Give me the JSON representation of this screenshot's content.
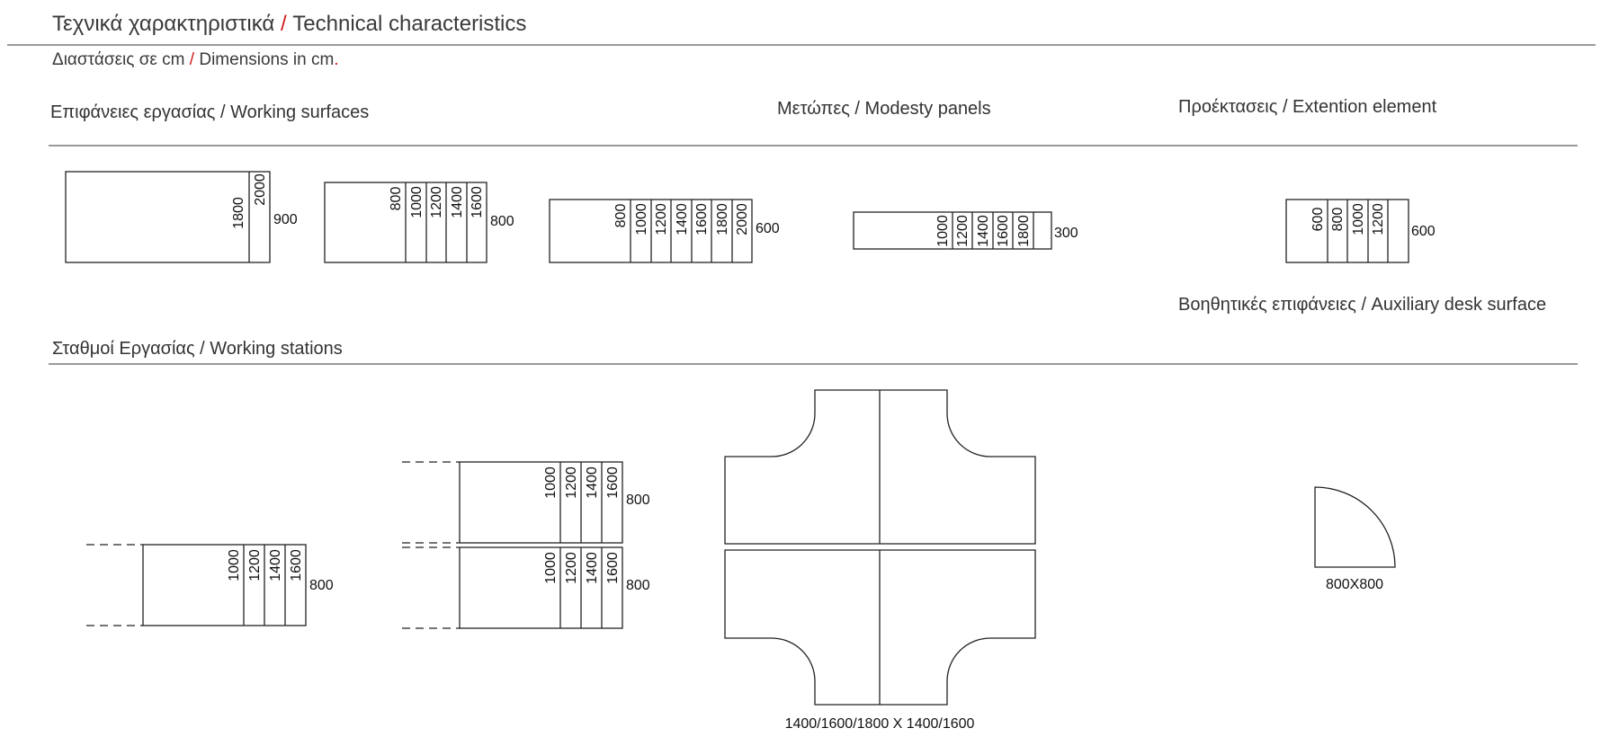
{
  "header": {
    "title_gr": "Τεχνικά χαρακτηριστικά",
    "title_sep": "/",
    "title_en": " Technical characteristics",
    "subtitle_gr": "Διαστάσεις σε cm",
    "subtitle_sep": "/",
    "subtitle_en": " Dimensions in cm",
    "subtitle_dot": "."
  },
  "sections": {
    "working_surfaces": "Επιφάνειες εργασίας / Working surfaces",
    "modesty_panels": "Μετώπες / Modesty panels",
    "extension": "Προέκτασεις / Extention element",
    "auxiliary": "Βοηθητικές επιφάνειες / Auxiliary desk surface",
    "stations": "Σταθμοί Εργασίας / Working stations"
  },
  "surfaces": [
    {
      "lengths": [
        "1800",
        "2000"
      ],
      "depth": "900"
    },
    {
      "lengths": [
        "800",
        "1000",
        "1200",
        "1400",
        "1600"
      ],
      "depth": "800"
    },
    {
      "lengths": [
        "800",
        "1000",
        "1200",
        "1400",
        "1600",
        "1800",
        "2000"
      ],
      "depth": "600"
    }
  ],
  "modesty": {
    "lengths": [
      "1000",
      "1200",
      "1400",
      "1600",
      "1800"
    ],
    "depth": "300"
  },
  "extension": {
    "lengths": [
      "600",
      "800",
      "1000",
      "1200"
    ],
    "depth": "600"
  },
  "stations": [
    {
      "lengths": [
        "1000",
        "1200",
        "1400",
        "1600"
      ],
      "depth": "800"
    },
    {
      "lengths": [
        "1000",
        "1200",
        "1400",
        "1600"
      ],
      "depth": "800"
    },
    {
      "lengths": [
        "1000",
        "1200",
        "1400",
        "1600"
      ],
      "depth": "800"
    }
  ],
  "cluster_label": "1400/1600/1800 X 1400/1600",
  "auxiliary_label": "800X800"
}
